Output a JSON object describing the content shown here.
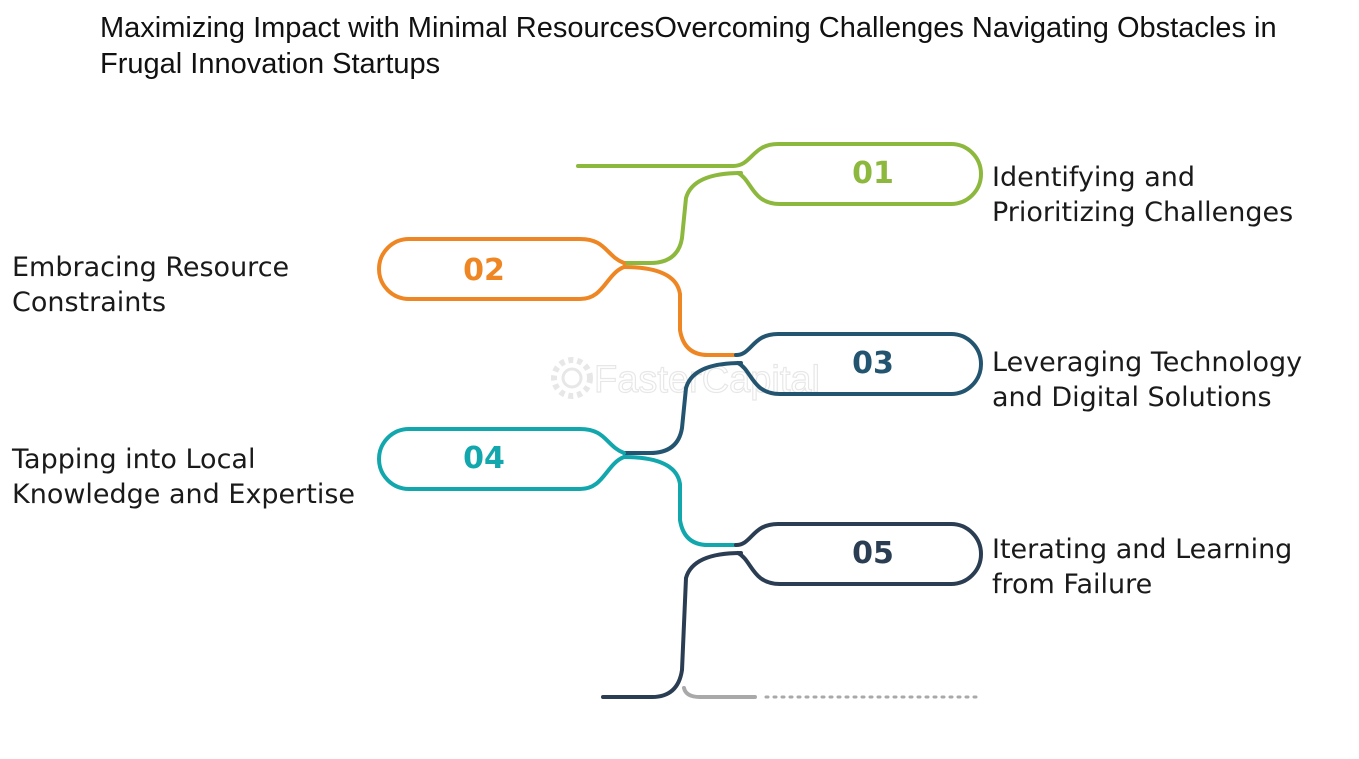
{
  "title": "Maximizing Impact with Minimal ResourcesOvercoming Challenges Navigating Obstacles in Frugal Innovation Startups",
  "watermark": "FasterCapital",
  "colors": {
    "step1": "#8cb83e",
    "step2": "#ee8624",
    "step3": "#235470",
    "step4": "#12a6ad",
    "step5": "#2b3d52",
    "tail": "#a9a9a9"
  },
  "steps": [
    {
      "number": "01",
      "line1": "Identifying and",
      "line2": "Prioritizing Challenges"
    },
    {
      "number": "02",
      "line1": "Embracing Resource",
      "line2": "Constraints"
    },
    {
      "number": "03",
      "line1": "Leveraging Technology",
      "line2": "and Digital Solutions"
    },
    {
      "number": "04",
      "line1": "Tapping into Local",
      "line2": "Knowledge and Expertise"
    },
    {
      "number": "05",
      "line1": "Iterating and Learning",
      "line2": "from Failure"
    }
  ]
}
